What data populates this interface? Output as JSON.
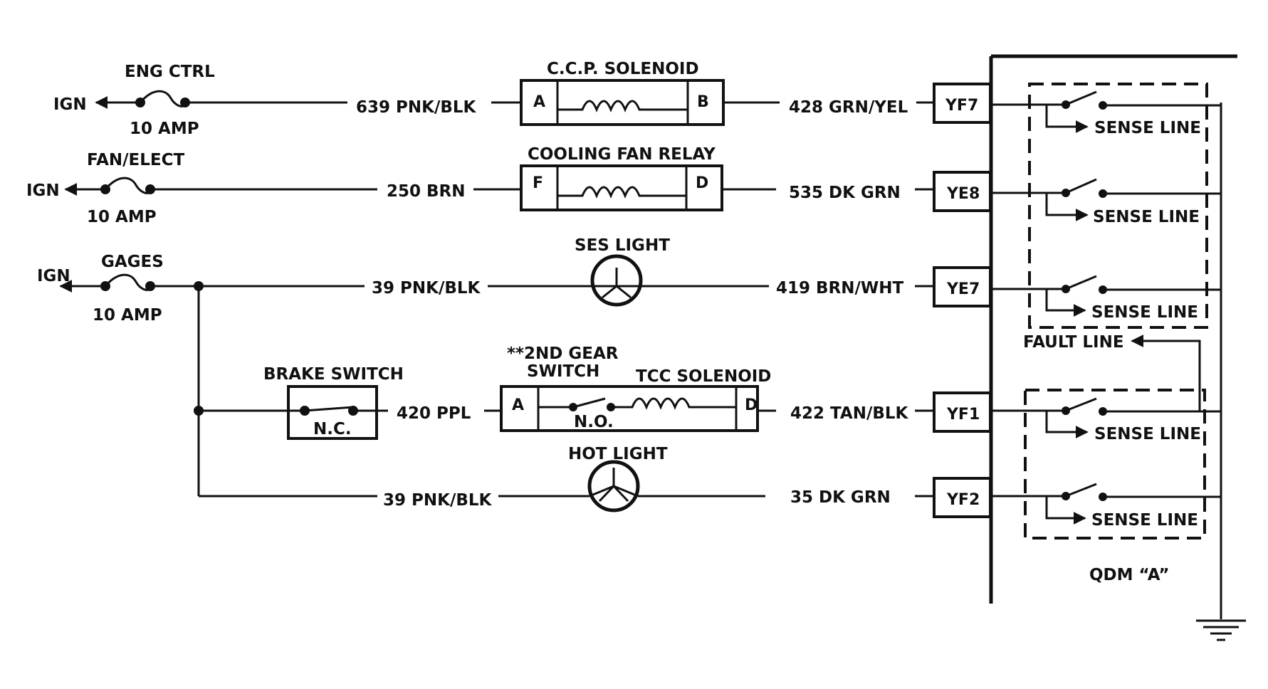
{
  "circuits": {
    "eng_ctrl": {
      "source": "IGN",
      "fuse_name": "ENG CTRL",
      "fuse_rating": "10 AMP",
      "wire_in": "639 PNK/BLK",
      "component": "C.C.P. SOLENOID",
      "pin_in": "A",
      "pin_out": "B",
      "wire_out": "428 GRN/YEL",
      "terminal": "YF7"
    },
    "fan_elect": {
      "source": "IGN",
      "fuse_name": "FAN/ELECT",
      "fuse_rating": "10 AMP",
      "wire_in": "250 BRN",
      "component": "COOLING FAN RELAY",
      "pin_in": "F",
      "pin_out": "D",
      "wire_out": "535 DK GRN",
      "terminal": "YE8"
    },
    "gages": {
      "source": "IGN",
      "fuse_name": "GAGES",
      "fuse_rating": "10 AMP",
      "wire_in": "39 PNK/BLK",
      "component": "SES LIGHT",
      "wire_out": "419 BRN/WHT",
      "terminal": "YE7"
    },
    "brake": {
      "switch_name": "BRAKE SWITCH",
      "switch_state": "N.C.",
      "wire": "420 PPL",
      "gear_switch_line1": "**2ND GEAR",
      "gear_switch_line2": "SWITCH",
      "gear_switch_state": "N.O.",
      "component": "TCC SOLENOID",
      "pin_in": "A",
      "pin_out": "D",
      "wire_out": "422 TAN/BLK",
      "terminal": "YF1"
    },
    "hot": {
      "wire_in": "39 PNK/BLK",
      "component": "HOT LIGHT",
      "wire_out": "35 DK GRN",
      "terminal": "YF2"
    }
  },
  "qdm": {
    "sense_line": "SENSE LINE",
    "fault_line": "FAULT LINE",
    "module_name": "QDM “A”"
  }
}
